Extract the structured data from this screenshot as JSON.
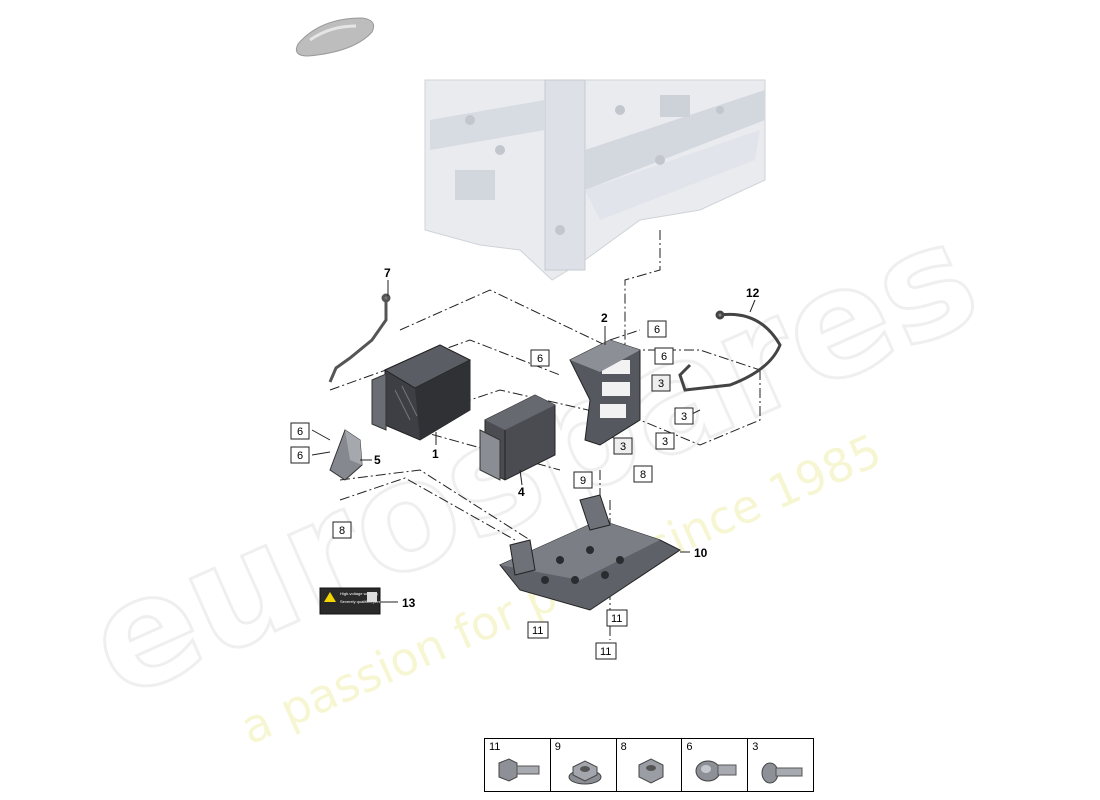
{
  "watermark": {
    "brand": "eurospares",
    "tagline": "a passion for parts since 1985"
  },
  "callouts": {
    "c1": "1",
    "c2": "2",
    "c4": "4",
    "c5": "5",
    "c7": "7",
    "c10": "10",
    "c12": "12",
    "c13": "13"
  },
  "boxes": {
    "b6a": "6",
    "b6b": "6",
    "b6c": "6",
    "b6d": "6",
    "b6e": "6",
    "b3a": "3",
    "b3b": "3",
    "b3c": "3",
    "b3d": "3",
    "b8a": "8",
    "b8b": "8",
    "b9": "9",
    "b11a": "11",
    "b11b": "11",
    "b11c": "11"
  },
  "label_sticker": {
    "line1": "High-voltage warning",
    "line2": "Severely qualified personnel only"
  },
  "fasteners": [
    {
      "num": "11",
      "icon": "hex-flange-bolt-icon"
    },
    {
      "num": "9",
      "icon": "hex-flange-nut-icon"
    },
    {
      "num": "8",
      "icon": "hex-nut-icon"
    },
    {
      "num": "6",
      "icon": "stud-bolt-icon"
    },
    {
      "num": "3",
      "icon": "torx-screw-icon"
    }
  ]
}
